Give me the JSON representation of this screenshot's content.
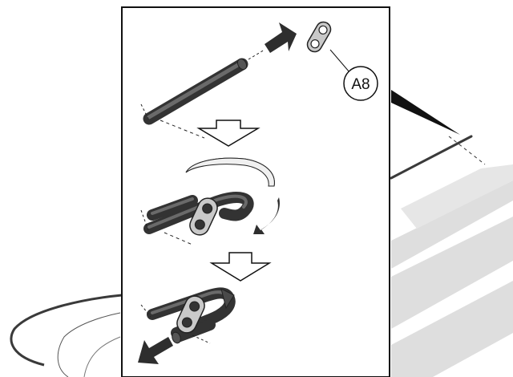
{
  "diagram": {
    "part_label": "A8",
    "colors": {
      "cable": "#4a4a4a",
      "cable_highlight": "#8a8a8a",
      "clip": "#c9c9c9",
      "arrow_dark": "#2e2e2e",
      "ground_stripe": "#dedede",
      "frame_border": "#111111"
    },
    "steps": [
      {
        "id": "insert-cable-end"
      },
      {
        "id": "loop-cable-through-clip"
      },
      {
        "id": "pull-loop-tight"
      }
    ]
  }
}
